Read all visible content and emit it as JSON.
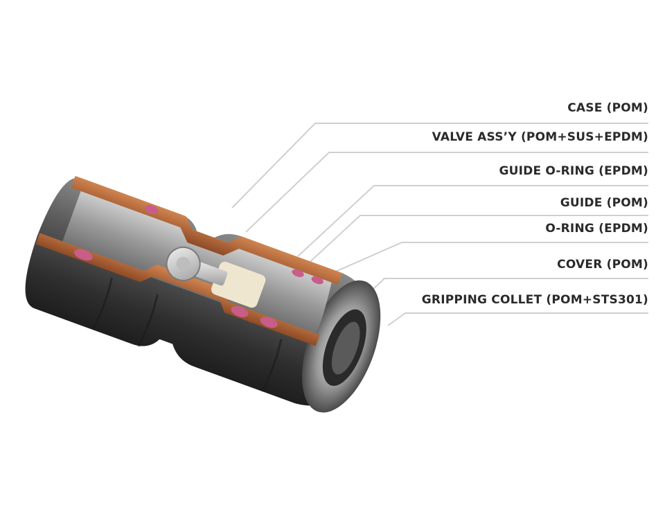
{
  "callouts": [
    {
      "id": "case",
      "label": "CASE (POM)"
    },
    {
      "id": "valve",
      "label": "VALVE ASS’Y (POM+SUS+EPDM)"
    },
    {
      "id": "guide_oring",
      "label": "GUIDE O-RING (EPDM)"
    },
    {
      "id": "guide",
      "label": "GUIDE (POM)"
    },
    {
      "id": "oring",
      "label": "O-RING (EPDM)"
    },
    {
      "id": "cover",
      "label": "COVER (POM)"
    },
    {
      "id": "collet",
      "label": "GRIPPING COLLET (POM+STS301)"
    }
  ],
  "colors": {
    "body_dark": "#3c3c3c",
    "body_mid": "#6a6a6a",
    "section_copper": "#b8683a",
    "seal_pink": "#c85d8a",
    "leader_line": "#c8c8c8"
  }
}
